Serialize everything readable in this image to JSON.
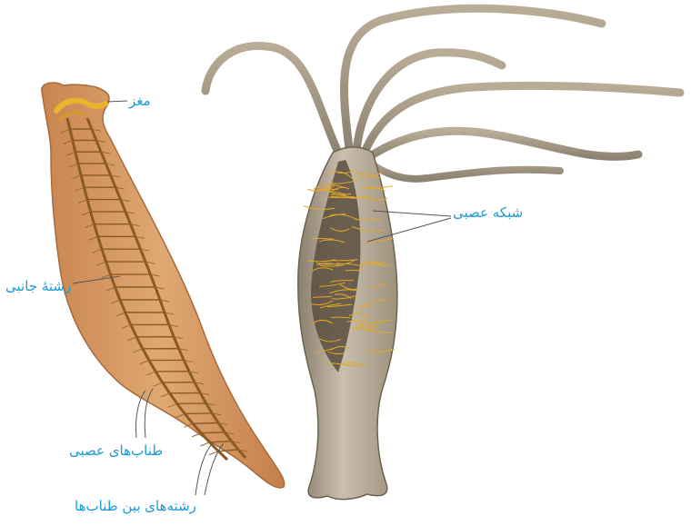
{
  "labels": {
    "brain": "مغز",
    "lateral_cord": "رشتهٔ جانبی",
    "nerve_ladders": "طناب‌های عصبی",
    "connecting_cords": "رشته‌های بین طناب‌ها",
    "nerve_net": "شبکه عصبی"
  },
  "colors": {
    "label_text": "#1a9ad6",
    "planarian_body": "#d79a65",
    "planarian_nerves": "#8a5a24",
    "nerve_highlight": "#e9b42c",
    "hydra_body": "#b7ab96",
    "hydra_shadow": "#6d6251",
    "leader_line": "#555555"
  }
}
